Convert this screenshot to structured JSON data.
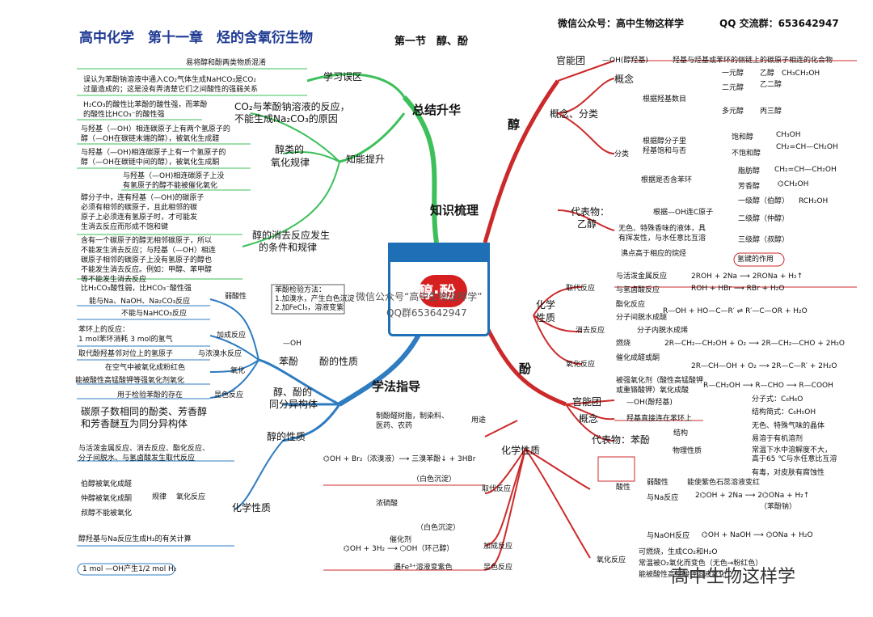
{
  "header": {
    "title": "高中化学　第十一章　烃的含氧衍生物",
    "section": "第一节　醇、酚",
    "wechat": "微信公众号：高中生物这样学",
    "qq": "QQ 交流群：653642947"
  },
  "center": {
    "logo_text": "醇·酚",
    "watermark_line1": "微信公众号“高中生物这样学”",
    "watermark_line2": "QQ群653642947"
  },
  "branches": {
    "summary": "总结升华",
    "knowledge": "知识梳理",
    "method": "学法指导",
    "alcohol": "醇",
    "phenol": "酚"
  },
  "summary": {
    "mistakes": "学习误区",
    "mistake1": "易将醇和酚两类物质混淆",
    "mistake2a": "误认为苯酚钠溶液中通入CO₂气体生成NaHCO₃是CO₂",
    "mistake2b": "过量造成的；这是没有弄清楚它们之间酸性的强弱关系",
    "ability": "知能提升",
    "co2_topic_a": "CO₂与苯酚钠溶液的反应，",
    "co2_topic_b": "不能生成Na₂CO₃的原因",
    "co2_detail_a": "H₂CO₃的酸性比苯酚的酸性强，而苯酚",
    "co2_detail_b": "的酸性比HCO₃⁻的酸性强",
    "oxid_title_a": "醇类的",
    "oxid_title_b": "氧化规律",
    "oxid1a": "与羟基（—OH）相连碳原子上有两个氢原子的",
    "oxid1b": "醇（—OH在碳链末端的醇），被氧化生成醛",
    "oxid2a": "与羟基（—OH)相连碳原子上有一个氢原子的",
    "oxid2b": "醇（—OH在碳链中间的醇），被氧化生成酮",
    "oxid3a": "与羟基（—OH)相连碳原子上没",
    "oxid3b": "有氢原子的醇不能被催化氧化",
    "elim_title_a": "醇的消去反应发生",
    "elim_title_b": "的条件和规律",
    "elim1a": "醇分子中，连有羟基（—OH)的碳原子",
    "elim1b": "必须有相邻的碳原子，且此相邻的碳",
    "elim1c": "原子上必须连有氢原子时，才可能发",
    "elim1d": "生消去反应而形成不饱和键",
    "elim2a": "含有一个碳原子的醇无相邻碳原子，所以",
    "elim2b": "不能发生消去反应；与羟基（—OH）相连",
    "elim2c": "碳原子相邻的碳原子上没有氢原子的醇也",
    "elim2d": "不能发生消去反应。例如：甲醇、苯甲醇",
    "elim2e": "等不能发生消去反应"
  },
  "method": {
    "phenol_test_title": "苯酚检验方法：",
    "phenol_test1": "1.加溴水，产生白色沉淀",
    "phenol_test2": "2.加FeCl₃，溶液变紫",
    "weak_acid": "弱酸性",
    "acid1": "比H₂CO₃酸性弱，比HCO₃⁻酸性强",
    "acid2": "能与Na、NaOH、Na₂CO₃反应",
    "acid3": "不能与NaHCO₃反应",
    "add_rxn": "加成反应",
    "add1a": "苯环上的反应：",
    "add1b": "1 mol苯环消耗 3 mol的氢气",
    "br_rxn": "与浓溴水反应",
    "br1": "取代酚羟基邻对位上的氢原子",
    "phenol_label": "苯酚",
    "oh_label": "—OH",
    "phenol_props": "酚的性质",
    "oxidation": "氧化",
    "ox1": "在空气中被氧化成粉红色",
    "ox2": "能被酸性高锰酸钾等强氧化剂氧化",
    "color_rxn": "显色反应",
    "color1": "用于检验苯酚的存在",
    "isomer_title_a": "醇、酚的",
    "isomer_title_b": "同分异构体",
    "isomer_a": "碳原子数相同的酚类、芳香醇",
    "isomer_b": "和芳香醚互为同分异构体",
    "alc_props": "醇的性质",
    "alc_sub_a": "与活泼金属反应、消去反应、酯化反应、",
    "alc_sub_b": "分子间脱水、与氢卤酸发生取代反应",
    "rule": "规律",
    "alc_ox": "氧化反应",
    "alc_ox1": "伯醇被氧化成醛",
    "alc_ox2": "仲醇被氧化成酮",
    "alc_ox3": "叔醇不能被氧化",
    "chem_props": "化学性质",
    "h2_calc": "醇羟基与Na反应生成H₂的有关计算",
    "h2_ratio": "1 mol —OH产生1/2 mol H₂"
  },
  "alcohol": {
    "func_group": "官能团",
    "func_value": "—OH(醇羟基)",
    "func_def": "羟基与烃基或苯环的侧链上的碳原子相连的化合物",
    "concept": "概念",
    "concept_class": "概念、分类",
    "classify": "分类",
    "by_oh_count": "根据羟基数目",
    "mono": "一元醇",
    "ethanol": "乙醇　CH₃CH₂OH",
    "di": "二元醇",
    "glycol": "乙二醇",
    "poly": "多元醇",
    "glycerol": "丙三醇",
    "by_sat": "根据醇分子里",
    "by_sat2": "羟基饱和与否",
    "saturated": "饱和醇",
    "unsaturated": "不饱和醇",
    "sat_formula": "CH₃OH",
    "unsat_formula": "CH₂=CH—CH₂OH",
    "by_benzene": "根据是否含苯环",
    "aliphatic": "脂肪醇",
    "aliphatic_formula": "CH₂=CH—CH₂OH",
    "aromatic": "芳香醇",
    "aromatic_formula": "⌬CH₂OH",
    "by_h": "根据—OH连C原子",
    "primary": "一级醇（伯醇）",
    "primary_formula": "RCH₂OH",
    "secondary": "二级醇（仲醇）",
    "tertiary": "三级醇（叔醇）",
    "rep": "代表物：",
    "rep2": "乙醇",
    "rep_desc_a": "无色、特殊香味的液体，具",
    "rep_desc_b": "有挥发性，与水任意比互溶",
    "boiling": "沸点高于相应的烷烃",
    "hbond": "氢键的作用",
    "chem": "化学",
    "chem2": "性质",
    "sub_rxn": "取代反应",
    "metal": "与活泼金属反应",
    "metal_eq": "2ROH + 2Na ⟶ 2RONa + H₂↑",
    "hx": "与氢卤酸反应",
    "hx_eq": "ROH + HBr ⟶ RBr + H₂O",
    "ester": "酯化反应",
    "ester_eq": "R—OH + HO—C—R′ ⇌ R′—C—OR + H₂O",
    "dehydr": "分子间脱水成醚",
    "elim": "消去反应",
    "elim_desc": "分子内脱水成烯",
    "ox": "氧化反应",
    "burn": "燃烧",
    "cat_ox": "催化成醛或酮",
    "cat_eq1": "2R—CH₂—CH₂OH + O₂ ⟶ 2R—CH₂—CHO + 2H₂O",
    "cat_eq2": "2R—CH—OH + O₂ ⟶ 2R—C—R′ + 2H₂O",
    "strong_ox_a": "被强氧化剂（酸性高锰酸钾",
    "strong_ox_b": "或重铬酸钾）氧化成酸",
    "strong_eq": "R—CH₂OH ⟶ R—CHO ⟶ R—COOH"
  },
  "phenol": {
    "func_group": "官能团",
    "func_value": "—OH(酚羟基)",
    "concept": "概念",
    "concept_value": "羟基直接连在苯环上",
    "rep": "代表物：苯酚",
    "structure": "结构",
    "mol_formula": "分子式：C₆H₆O",
    "struct_formula": "结构简式：C₆H₅OH",
    "phys": "物理性质",
    "phys1": "无色、特殊气味的晶体",
    "phys2": "易溶于有机溶剂",
    "phys3a": "常温下水中溶解度不大，",
    "phys3b": "高于65 ℃与水任意比互溶",
    "phys4": "有毒，对皮肤有腐蚀性",
    "chem_props": "化学性质",
    "acidity": "酸性",
    "weak": "弱酸性",
    "litmus": "能使紫色石蕊溶液变红",
    "na": "与Na反应",
    "na_eq": "2⌬OH + 2Na ⟶ 2⌬ONa + H₂↑",
    "sodium_phenolate": "（苯酚钠）",
    "naoh": "与NaOH反应",
    "naoh_eq": "⌬OH + NaOH ⟶ ⌬ONa + H₂O",
    "oxid": "氧化反应",
    "ox1": "可燃烧，生成CO₂和H₂O",
    "ox2": "常温被O₂氧化而变色（无色→粉红色）",
    "ox3": "能被酸性高锰酸钾溶液氧化",
    "usage": "用途",
    "usage_a": "制酚醛树脂，制染料、",
    "usage_b": "医药、农药",
    "sub": "取代反应",
    "sub_eq": "⌬OH + Br₂（浓溴液）⟶ 三溴苯酚↓ + 3HBr",
    "white_ppt": "（白色沉淀）",
    "nitro_cat": "浓硫酸",
    "nitro_ppt": "（白色沉淀）",
    "add": "加成反应",
    "add_eq": "⌬OH + 3H₂ ⟶ ⬡OH（环己醇）",
    "add_cat": "催化剂",
    "color": "显色反应",
    "color_desc": "遇Fe³⁺溶液变紫色"
  },
  "footer": {
    "brand": "高中生物这样学"
  },
  "colors": {
    "summary": "#3dbf5a",
    "knowledge": "#cc2a2a",
    "method": "#2f7cc1",
    "title": "#1f3a93"
  }
}
